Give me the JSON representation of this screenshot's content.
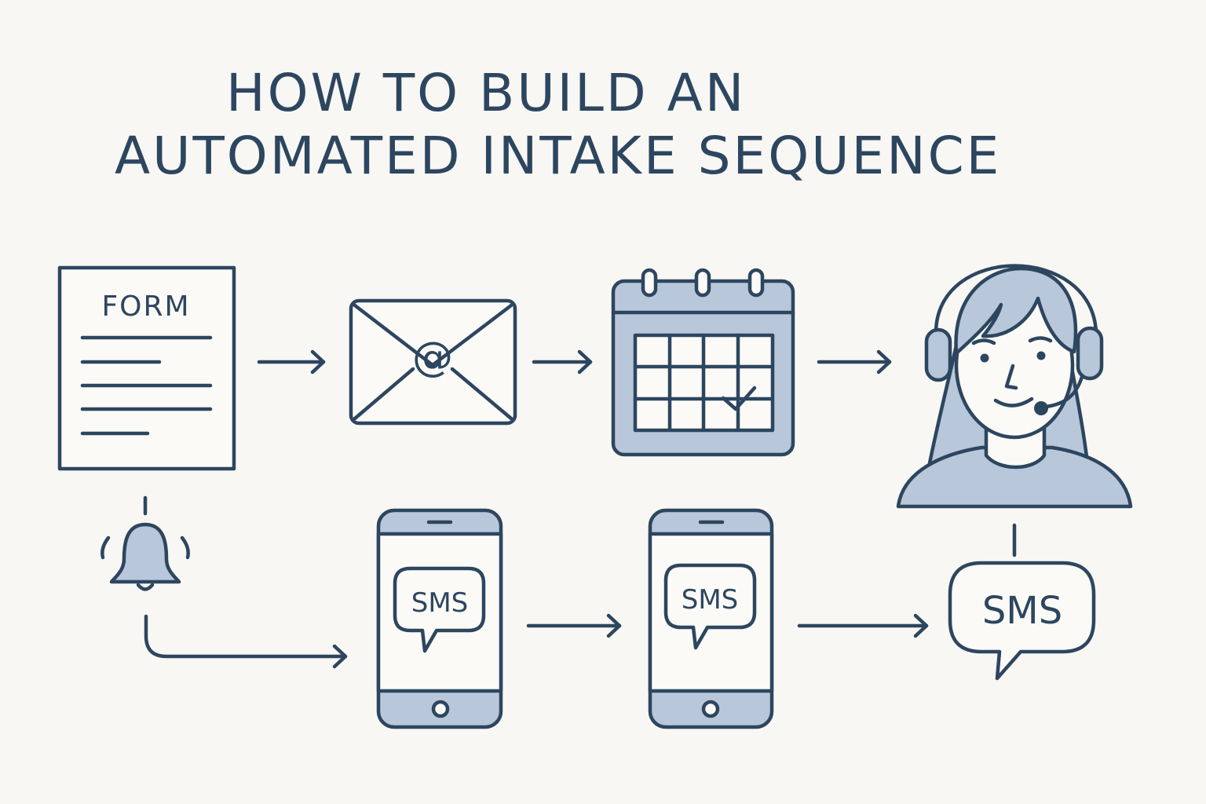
{
  "title": {
    "line1": "HOW TO BUILD AN",
    "line2": "AUTOMATED INTAKE SEQUENCE"
  },
  "nodes": {
    "form": {
      "label": "FORM",
      "icon": "form-document-icon"
    },
    "email": {
      "label": "@",
      "icon": "email-envelope-icon"
    },
    "calendar": {
      "icon": "calendar-check-icon"
    },
    "agent": {
      "icon": "support-agent-headset-icon"
    },
    "bell": {
      "icon": "notification-bell-icon"
    },
    "phone1": {
      "label": "SMS",
      "icon": "smartphone-sms-icon"
    },
    "phone2": {
      "label": "SMS",
      "icon": "smartphone-sms-icon"
    },
    "sms_bubble": {
      "label": "SMS",
      "icon": "sms-speech-bubble-icon"
    }
  },
  "colors": {
    "ink": "#2d4660",
    "accent_fill": "#b8c7d9",
    "background": "#f8f7f3"
  }
}
